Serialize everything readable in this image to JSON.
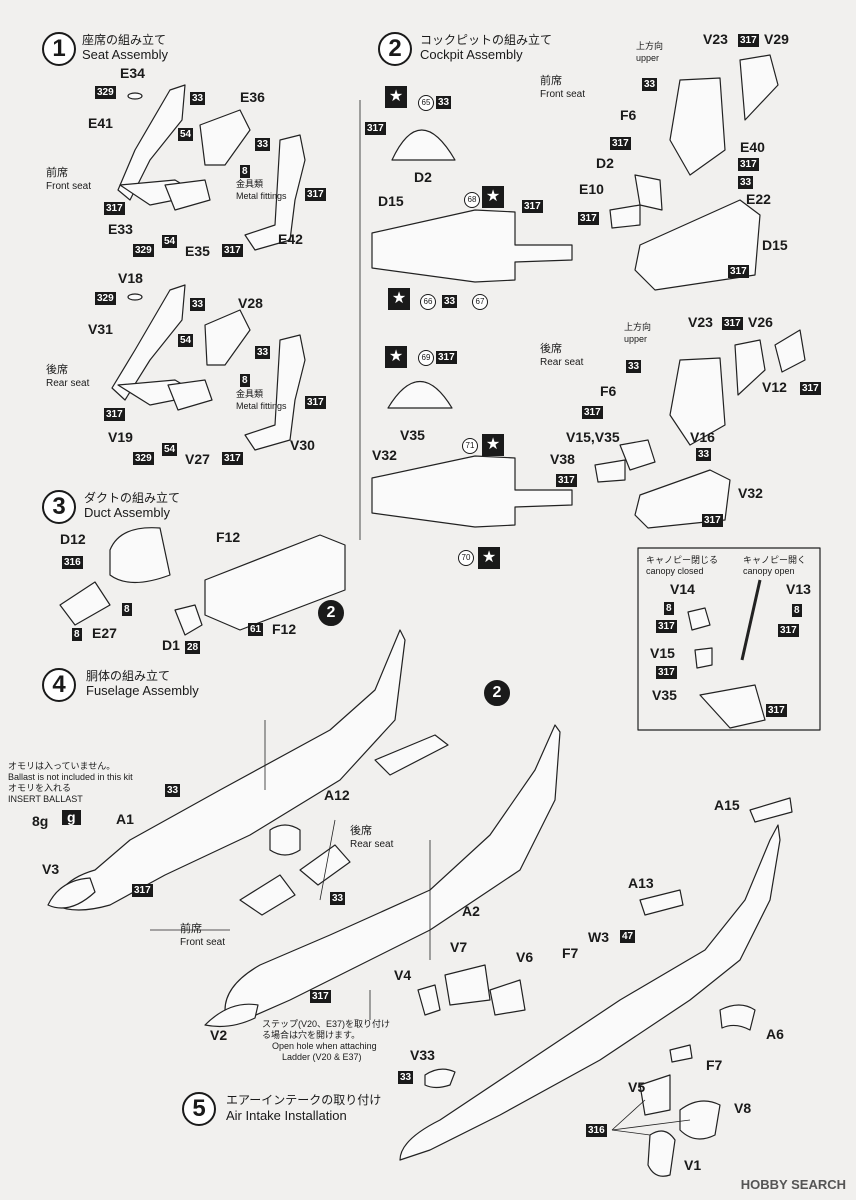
{
  "steps": [
    {
      "num": "1",
      "title_jp": "座席の組み立て",
      "title_en": "Seat Assembly"
    },
    {
      "num": "2",
      "title_jp": "コックピットの組み立て",
      "title_en": "Cockpit Assembly"
    },
    {
      "num": "3",
      "title_jp": "ダクトの組み立て",
      "title_en": "Duct Assembly"
    },
    {
      "num": "4",
      "title_jp": "胴体の組み立て",
      "title_en": "Fuselage Assembly"
    },
    {
      "num": "5",
      "title_jp": "エアーインテークの取り付け",
      "title_en": "Air Intake Installation"
    }
  ],
  "labels": {
    "front_seat_jp": "前席",
    "front_seat_en": "Front seat",
    "rear_seat_jp": "後席",
    "rear_seat_en": "Rear seat",
    "metal_jp": "金具類",
    "metal_en": "Metal fittings",
    "upper_jp": "上方向",
    "upper_en": "upper",
    "canopy_closed_jp": "キャノピー閉じる",
    "canopy_closed_en": "canopy closed",
    "canopy_open_jp": "キャノピー開く",
    "canopy_open_en": "canopy open",
    "ballast_jp": "オモリは入っていません。",
    "ballast_en": "Ballast is not included in this kit",
    "ballast_jp2": "オモリを入れる",
    "ballast_en2": "INSERT BALLAST",
    "ballast_weight": "8g",
    "ballast_icon": "g",
    "step_note_jp": "ステップ(V20、E37)を取り付け",
    "step_note_jp2": "る場合は穴を開けます。",
    "step_note_en1": "Open hole when attaching",
    "step_note_en2": "Ladder (V20 & E37)",
    "star": "★",
    "watermark": "HOBBY SEARCH",
    "step2_ref": "2"
  },
  "parts": {
    "E34": "E34",
    "E36": "E36",
    "E41": "E41",
    "E33": "E33",
    "E35": "E35",
    "E42": "E42",
    "V18": "V18",
    "V28": "V28",
    "V31": "V31",
    "V19": "V19",
    "V27": "V27",
    "V30": "V30",
    "D2": "D2",
    "D15": "D15",
    "V35": "V35",
    "V32": "V32",
    "V23": "V23",
    "V29": "V29",
    "F6": "F6",
    "E40": "E40",
    "E22": "E22",
    "E10": "E10",
    "V26": "V26",
    "V12": "V12",
    "V15V35": "V15,V35",
    "V16": "V16",
    "V38": "V38",
    "V14": "V14",
    "V13": "V13",
    "V15": "V15",
    "D12": "D12",
    "F12": "F12",
    "E27": "E27",
    "D1": "D1",
    "A12": "A12",
    "A1": "A1",
    "V3": "V3",
    "A2": "A2",
    "V2": "V2",
    "A15": "A15",
    "A13": "A13",
    "W3": "W3",
    "V7": "V7",
    "V6": "V6",
    "V4": "V4",
    "F7": "F7",
    "V33": "V33",
    "V5": "V5",
    "V8": "V8",
    "V1": "V1",
    "A6": "A6"
  },
  "colors": {
    "c317": "317",
    "c329": "329",
    "c33": "33",
    "c54": "54",
    "c8": "8",
    "c316": "316",
    "c61": "61",
    "c28": "28",
    "c47": "47",
    "c65": "65",
    "c66": "66",
    "c67": "67",
    "c68": "68",
    "c69": "69",
    "c70": "70",
    "c71": "71"
  }
}
